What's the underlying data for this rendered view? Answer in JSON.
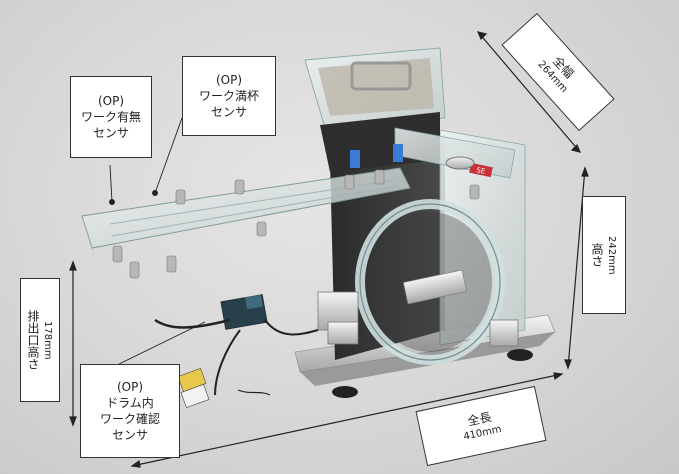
{
  "callouts": {
    "work_presence": {
      "line1": "(OP)",
      "line2": "ワーク有無",
      "line3": "センサ"
    },
    "work_full": {
      "line1": "(OP)",
      "line2": "ワーク満杯",
      "line3": "センサ"
    },
    "drum_confirm": {
      "line1": "(OP)",
      "line2": "ドラム内",
      "line3": "ワーク確認",
      "line4": "センサ"
    }
  },
  "dimensions": {
    "width": {
      "label": "全幅",
      "value": "264mm"
    },
    "height": {
      "label": "高さ",
      "value": "242mm"
    },
    "outlet_height": {
      "label": "排出口高さ",
      "value": "178mm"
    },
    "length": {
      "label": "全長",
      "value": "410mm"
    }
  },
  "device": {
    "badge_text": "SE"
  },
  "colors": {
    "background": "#d9d8d6",
    "callout_border": "#333333",
    "accent_blue": "#3a7bd5",
    "label_red": "#c8303a"
  }
}
